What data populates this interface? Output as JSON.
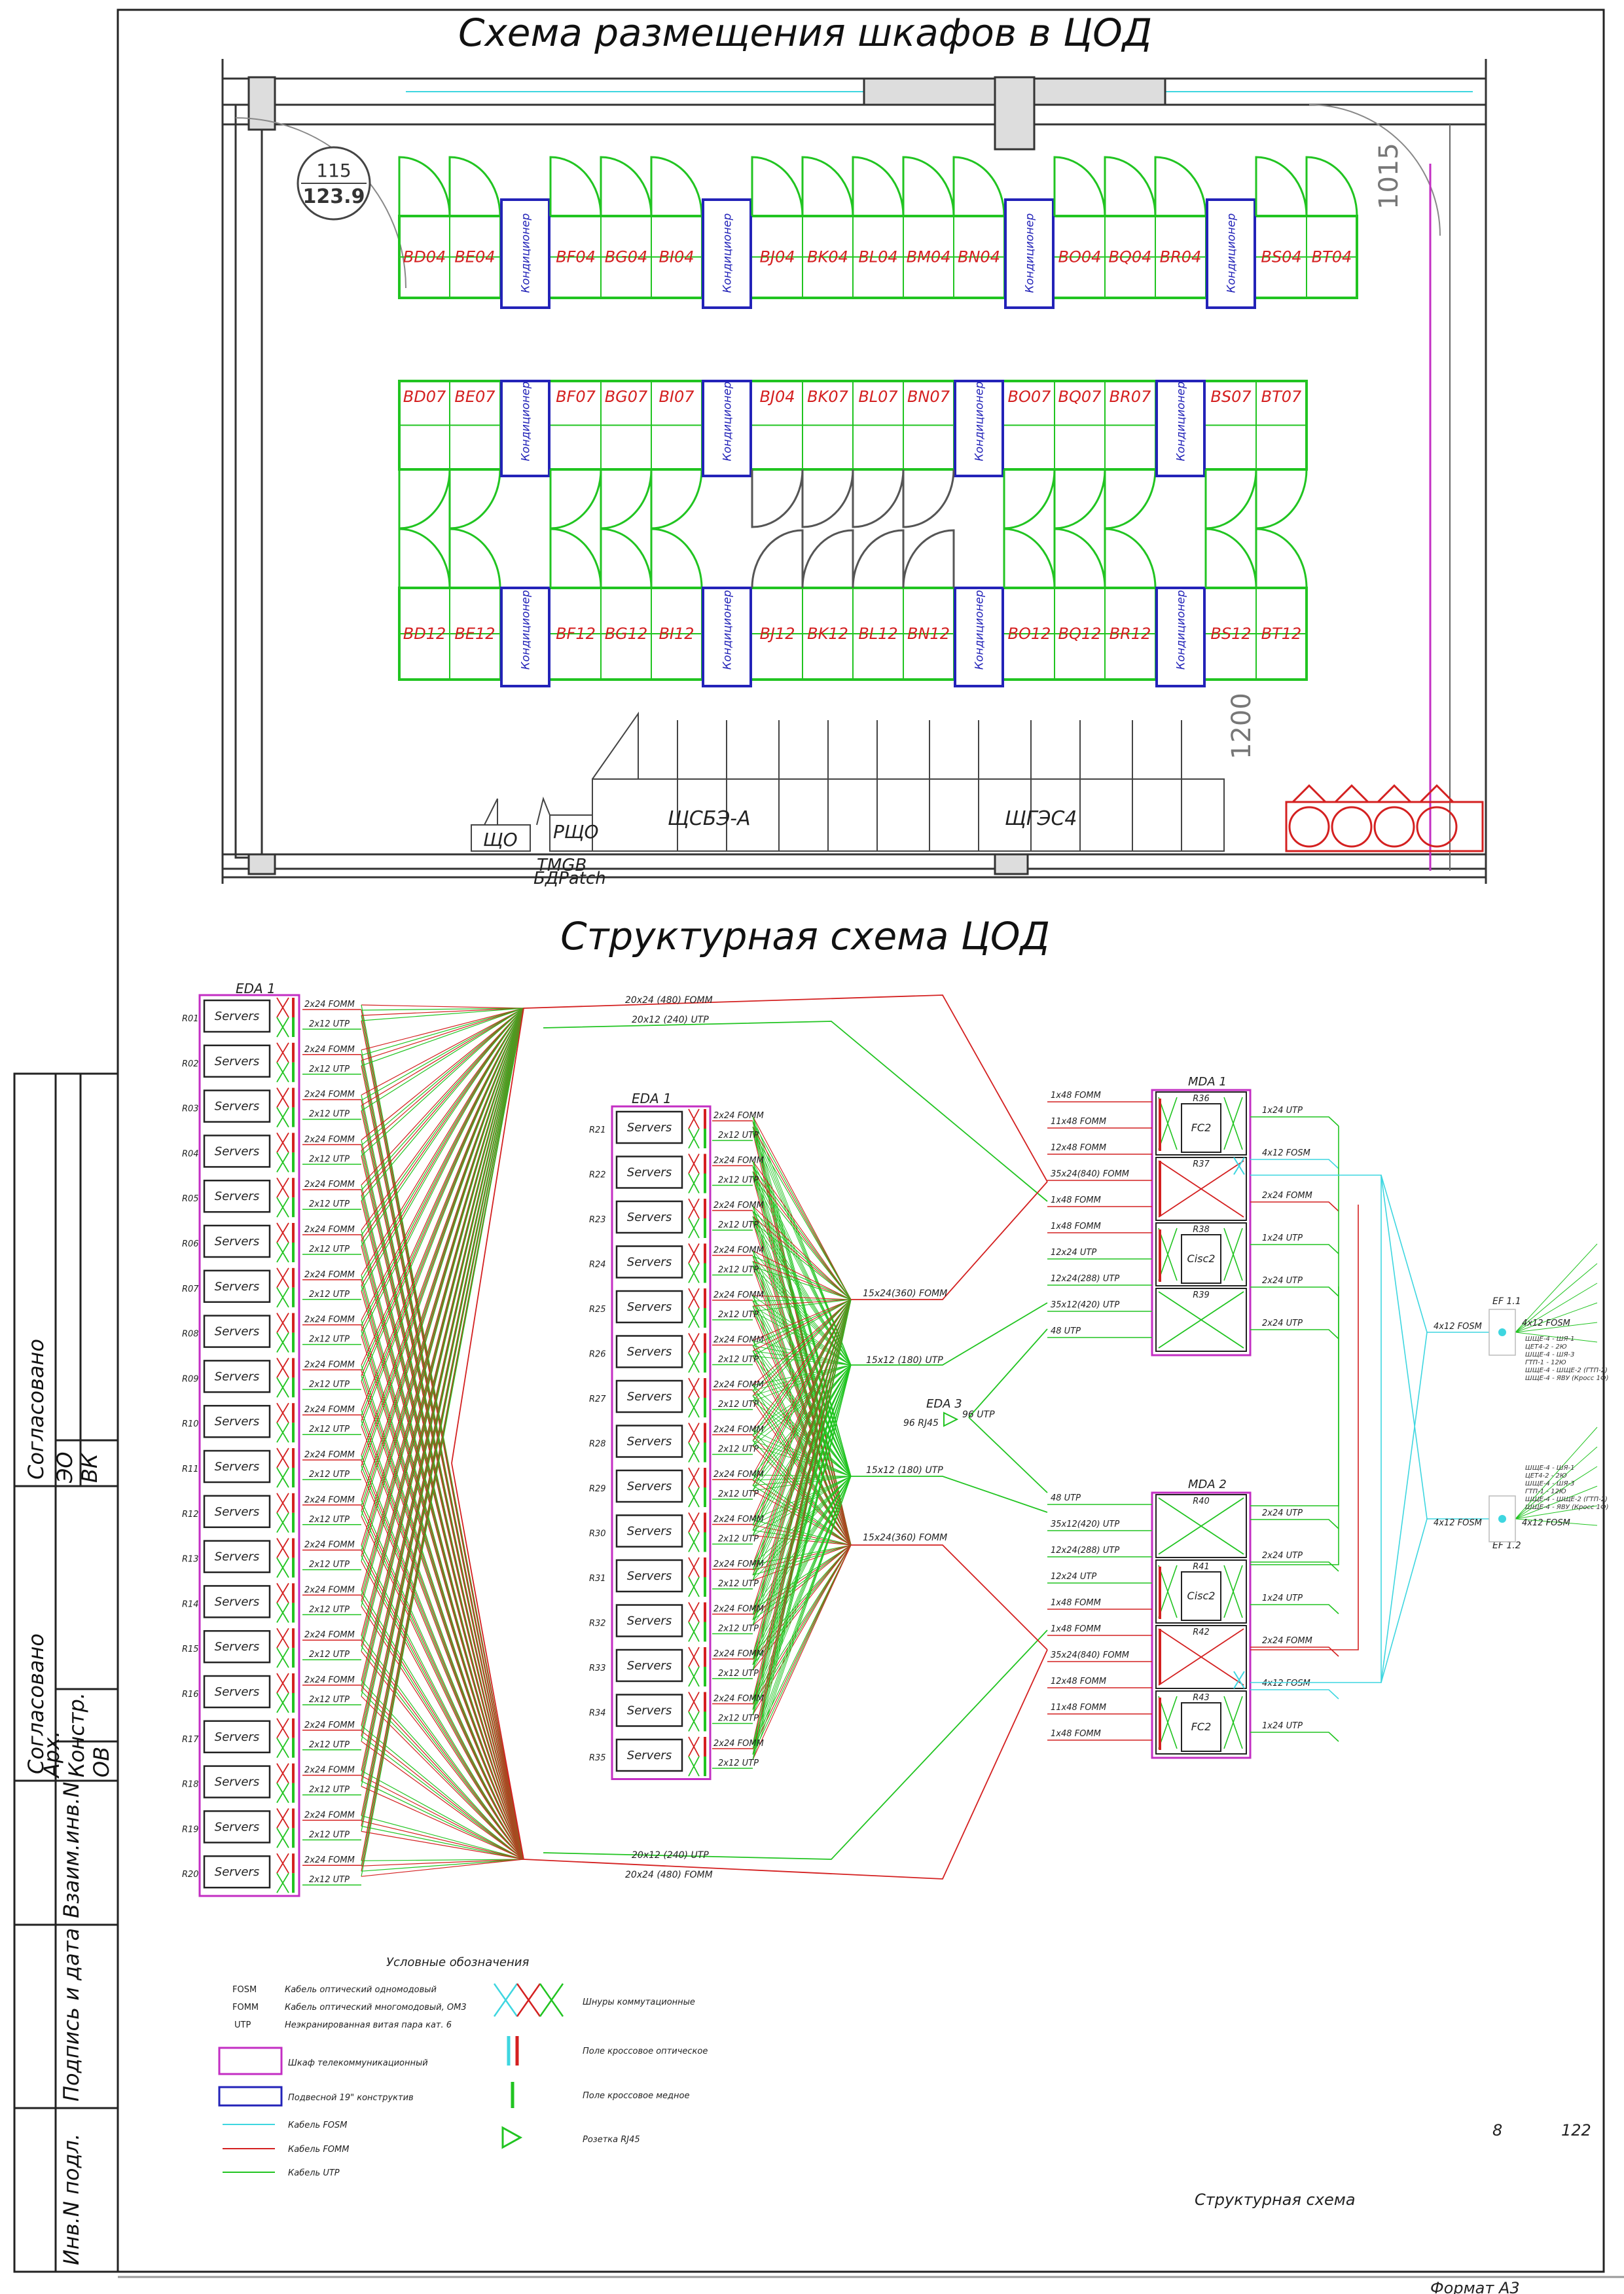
{
  "titles": {
    "floor_plan": "Схема размещения шкафов в ЦОД",
    "structural": "Структурная схема ЦОД"
  },
  "room": {
    "number": "115",
    "area": "123.9",
    "dim_top": "1015",
    "dim_side": "1200"
  },
  "rows": {
    "top": [
      "BD04",
      "BE04",
      "AC",
      "BF04",
      "BG04",
      "BI04",
      "AC",
      "BJ04",
      "BK04",
      "BL04",
      "BM04",
      "BN04",
      "AC",
      "BO04",
      "BQ04",
      "BR04",
      "AC",
      "BS04",
      "BT04"
    ],
    "middle": [
      "BD07",
      "BE07",
      "AC",
      "BF07",
      "BG07",
      "BI07",
      "AC",
      "BJ04",
      "BK07",
      "BL07",
      "BN07",
      "AC",
      "BO07",
      "BQ07",
      "BR07",
      "AC",
      "BS07",
      "BT07"
    ],
    "bottom": [
      "BD12",
      "BE12",
      "AC",
      "BF12",
      "BG12",
      "BI12",
      "AC",
      "BJ12",
      "BK12",
      "BL12",
      "BN12",
      "AC",
      "BO12",
      "BQ12",
      "BR12",
      "AC",
      "BS12",
      "BT12"
    ]
  },
  "ac_label": "Кондиционер",
  "panels": {
    "shcho": "ЩО",
    "rshcho": "РЩО",
    "shcbe": "ЩСБЭ-А",
    "shges": "ЩГЭС4",
    "tmgb": "TMGB",
    "bdpatch": "БДPatch"
  },
  "eda1_left": {
    "title": "EDA 1",
    "server_label": "Servers",
    "fomm": "2x24 FOMM",
    "utp": "2x12 UTP",
    "racks": [
      "R01",
      "R02",
      "R03",
      "R04",
      "R05",
      "R06",
      "R07",
      "R08",
      "R09",
      "R10",
      "R11",
      "R12",
      "R13",
      "R14",
      "R15",
      "R16",
      "R17",
      "R18",
      "R19",
      "R20"
    ]
  },
  "eda1_mid": {
    "title": "EDA 1",
    "racks": [
      "R21",
      "R22",
      "R23",
      "R24",
      "R25",
      "R26",
      "R27",
      "R28",
      "R29",
      "R30",
      "R31",
      "R32",
      "R33",
      "R34",
      "R35"
    ]
  },
  "trunks": {
    "top_fomm": "20x24 (480) FOMM",
    "top_utp": "20x12 (240) UTP",
    "bot_utp": "20x12 (240) UTP",
    "bot_fomm": "20x24 (480) FOMM",
    "mid1_fomm": "15x24(360) FOMM",
    "mid1_utp": "15x12 (180) UTP",
    "mid2_utp": "15x12 (180) UTP",
    "mid2_fomm": "15x24(360) FOMM"
  },
  "eda3": {
    "title": "EDA 3",
    "left": "96 RJ45",
    "right": "96 UTP"
  },
  "mda1": {
    "title": "MDA 1",
    "racks": [
      {
        "id": "R36",
        "sub": "FC2"
      },
      {
        "id": "R37",
        "sub": ""
      },
      {
        "id": "R38",
        "sub": "Cisc2"
      },
      {
        "id": "R39",
        "sub": ""
      }
    ],
    "left_labels": [
      "1x48 FOMM",
      "11x48 FOMM",
      "12x48 FOMM",
      "35x24(840) FOMM",
      "1x48 FOMM",
      "1x48 FOMM",
      "12x24 UTP",
      "12x24(288) UTP",
      "35x12(420) UTP",
      "48 UTP"
    ],
    "right_labels": [
      "1x24 UTP",
      "4x12 FOSM",
      "2x24 FOMM",
      "1x24 UTP",
      "2x24 UTP",
      "2x24 UTP"
    ]
  },
  "mda2": {
    "title": "MDA 2",
    "racks": [
      {
        "id": "R40",
        "sub": ""
      },
      {
        "id": "R41",
        "sub": "Cisc2"
      },
      {
        "id": "R42",
        "sub": ""
      },
      {
        "id": "R43",
        "sub": "FC2"
      }
    ],
    "left_labels": [
      "48 UTP",
      "35x12(420) UTP",
      "12x24(288) UTP",
      "12x24 UTP",
      "1x48 FOMM",
      "1x48 FOMM",
      "35x24(840) FOMM",
      "12x48 FOMM",
      "11x48 FOMM",
      "1x48 FOMM"
    ],
    "right_labels": [
      "2x24 UTP",
      "2x24 UTP",
      "1x24 UTP",
      "2x24 FOMM",
      "4x12 FOSM",
      "1x24 UTP"
    ]
  },
  "ef": {
    "ef11": "EF 1.1",
    "ef12": "EF 1.2",
    "fosm_in": "4x12 FOSM",
    "fosm_out": "4x12 FOSM",
    "notes": [
      "ШЩЕ-4 - ШЯ-1",
      "ЦЕТ4-2 - 2Ю",
      "ШЩЕ-4 - ШЯ-3",
      "ГТП-1 - 12Ю",
      "ШЩЕ-4 - ШЩЕ-2 (ГТП-2)",
      "ШЩЕ-4 - ЯВУ (Кросс 1Ф)"
    ]
  },
  "legend": {
    "title": "Условные обозначения",
    "abbr": [
      {
        "code": "FOSM",
        "text": "Кабель оптический одномодовый"
      },
      {
        "code": "FOMM",
        "text": "Кабель оптический многомодовый, OM3"
      },
      {
        "code": "UTP",
        "text": "Неэкранированная витая пара кат. 6"
      }
    ],
    "cabinet": "Шкаф телекоммуникационный",
    "hanging": "Подвесной 19\" конструктив",
    "cable_fosm": "Кабель FOSM",
    "cable_fomm": "Кабель FOMM",
    "cable_utp": "Кабель UTP",
    "patch": "Шнуры коммутационные",
    "cross_opt": "Поле кроссовое оптическое",
    "cross_cu": "Поле кроссовое медное",
    "rj45": "Розетка RJ45"
  },
  "colors": {
    "green": "#21c421",
    "red": "#d42020",
    "blue": "#2323b8",
    "magenta": "#c32ec3",
    "cyan": "#3ed6e0",
    "grey": "#555555"
  },
  "stamp": {
    "sheet": "8",
    "total": "122",
    "name": "Структурная схема",
    "format": "Формат А3",
    "side1": "Согласовано",
    "side1_rows": [
      "ЭО",
      "ВК"
    ],
    "side2": "Согласовано",
    "side2_rows": [
      "Арх.",
      "Констр.",
      "ОВ"
    ],
    "vzam": "Взаим.инв.N",
    "podpis": "Подпись и дата",
    "inv": "Инв.N подл."
  }
}
